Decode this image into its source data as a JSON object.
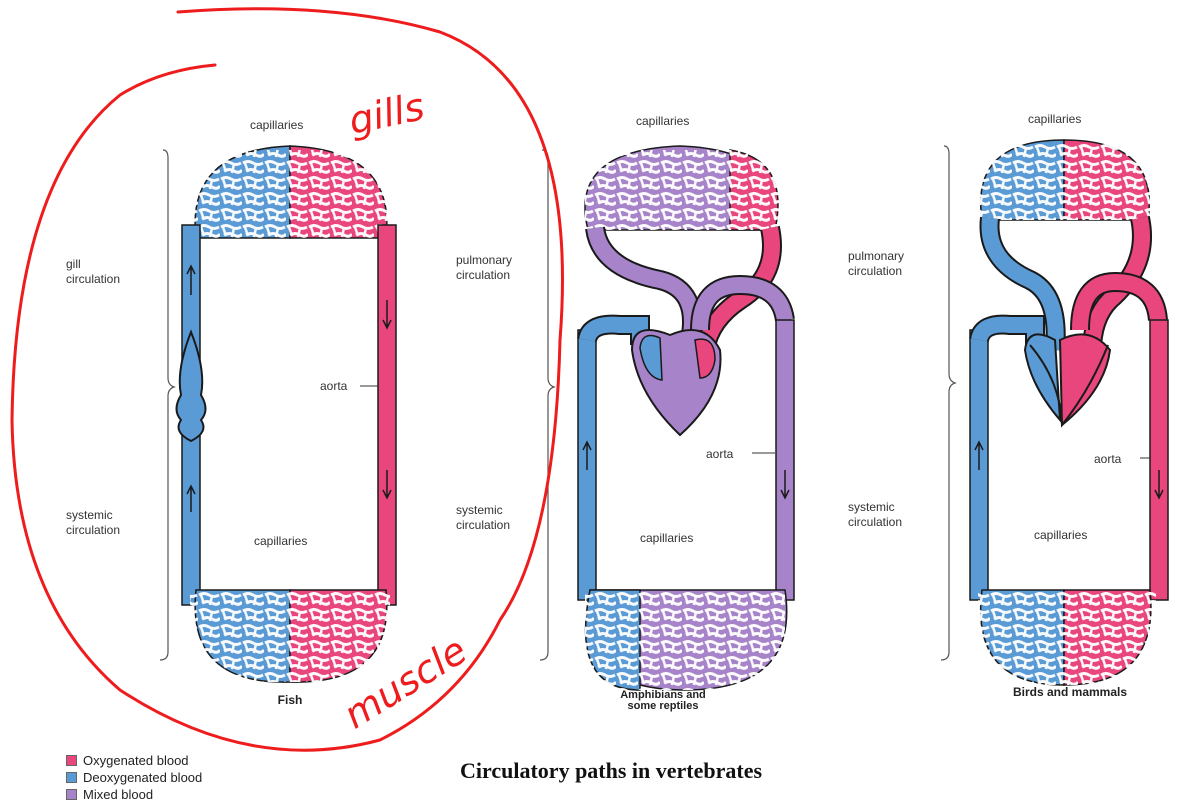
{
  "colors": {
    "oxygenated": "#e8467c",
    "deoxygenated": "#5b9bd5",
    "mixed": "#a784c9",
    "annotation": "#ee1c1c"
  },
  "fish": {
    "top_label": "capillaries",
    "bottom_label": "capillaries",
    "upper_circuit": "gill\ncirculation",
    "lower_circuit": "systemic\ncirculation",
    "aorta_label": "aorta",
    "name": "Fish"
  },
  "amphibian": {
    "top_label": "capillaries",
    "bottom_label": "capillaries",
    "upper_circuit": "pulmonary\ncirculation",
    "lower_circuit": "systemic\ncirculation",
    "aorta_label": "aorta",
    "name": "Amphibians and\nsome reptiles"
  },
  "bird": {
    "top_label": "capillaries",
    "bottom_label": "capillaries",
    "upper_circuit": "pulmonary\ncirculation",
    "lower_circuit": "systemic\ncirculation",
    "aorta_label": "aorta",
    "name": "Birds and mammals"
  },
  "legend": [
    {
      "label": "Oxygenated blood",
      "color": "#e8467c"
    },
    {
      "label": "Deoxygenated blood",
      "color": "#5b9bd5"
    },
    {
      "label": "Mixed blood",
      "color": "#a784c9"
    }
  ],
  "title": "Circulatory paths in vertebrates",
  "annotations": {
    "top_note": "gills",
    "bottom_note": "muscle"
  }
}
